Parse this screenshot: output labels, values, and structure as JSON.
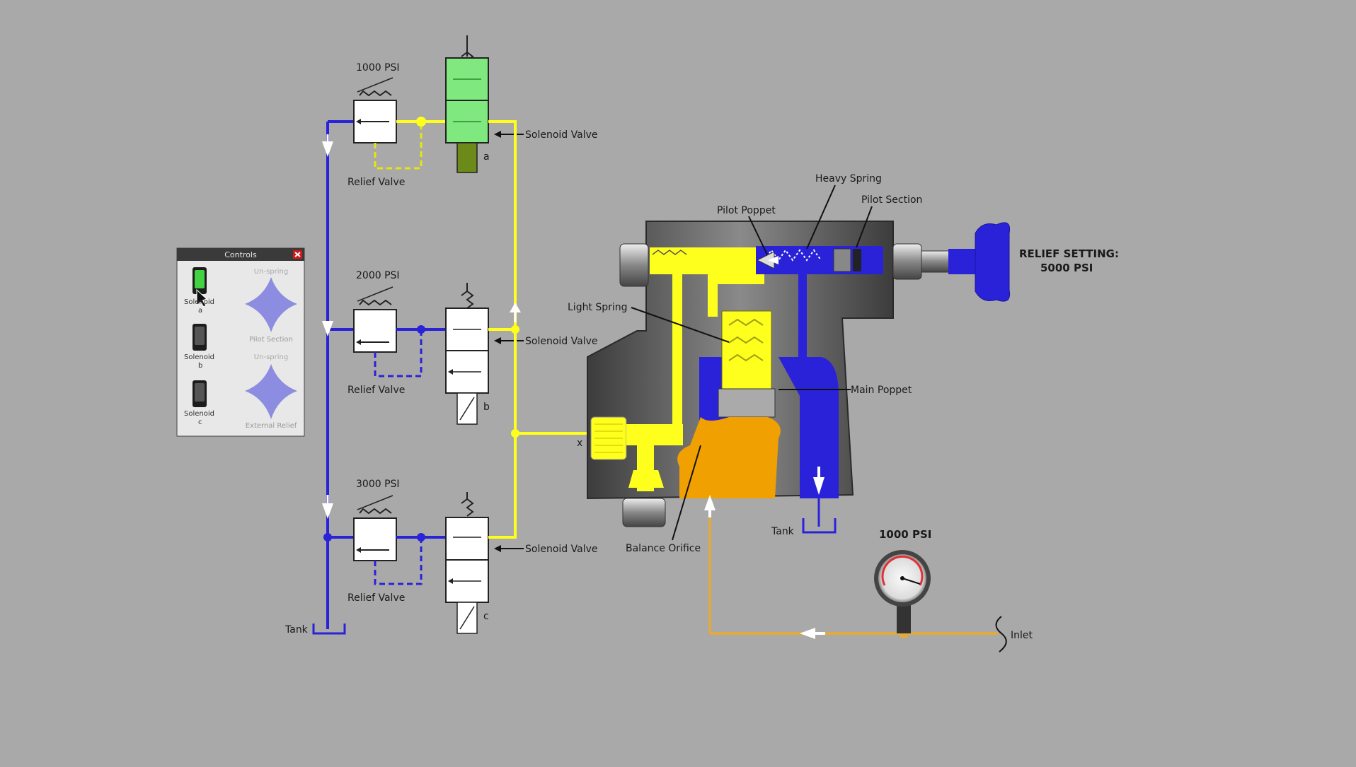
{
  "colors": {
    "background": "#a9a9a9",
    "pressure_blue": "#2a22d8",
    "pilot_yellow": "#ffff1e",
    "inlet_orange": "#f0a000",
    "inlet_line": "#e0aa40",
    "solenoid_on": "#7fe87f",
    "body_gray": "#5a5a5a"
  },
  "relief_valves": [
    {
      "setting": "1000 PSI",
      "label": "Relief Valve"
    },
    {
      "setting": "2000 PSI",
      "label": "Relief Valve"
    },
    {
      "setting": "3000 PSI",
      "label": "Relief Valve"
    }
  ],
  "solenoid_valves": [
    {
      "label": "Solenoid Valve",
      "letter": "a",
      "state": "energized"
    },
    {
      "label": "Solenoid Valve",
      "letter": "b",
      "state": "off"
    },
    {
      "label": "Solenoid Valve",
      "letter": "c",
      "state": "off"
    }
  ],
  "left_tank_label": "Tank",
  "main_valve": {
    "heavy_spring": "Heavy Spring",
    "pilot_poppet": "Pilot Poppet",
    "pilot_section": "Pilot Section",
    "light_spring": "Light Spring",
    "main_poppet": "Main Poppet",
    "balance_orifice": "Balance Orifice",
    "tank": "Tank",
    "port_x": "x",
    "relief_setting_line1": "RELIEF SETTING:",
    "relief_setting_line2": "5000 PSI"
  },
  "gauge": {
    "label": "1000 PSI",
    "icon": "pressure-gauge-icon"
  },
  "inlet_label": "Inlet",
  "controls": {
    "title": "Controls",
    "close_icon": "close-icon",
    "solenoids": [
      {
        "label": "Solenoid",
        "letter": "a",
        "on": true
      },
      {
        "label": "Solenoid",
        "letter": "b",
        "on": false
      },
      {
        "label": "Solenoid",
        "letter": "c",
        "on": false
      }
    ],
    "knobs": [
      {
        "label": "Pilot Section",
        "hint": "Un-spring"
      },
      {
        "label": "External Relief",
        "hint": "Un-spring"
      }
    ]
  }
}
